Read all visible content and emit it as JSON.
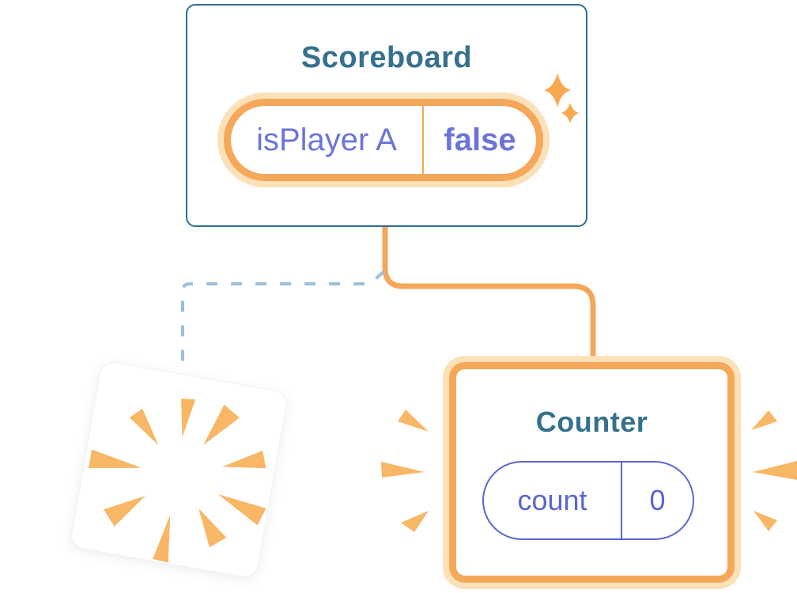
{
  "colors": {
    "orange": "#F5A75A",
    "orange-light": "#FBE0B8",
    "ray": "#F8B765",
    "sparkle": "#F7A94E",
    "purple": "#6B74DB",
    "purple2": "#5A66D1",
    "teal": "#35708E",
    "card-border": "#2E6E93",
    "dash-blue": "#9DBFD9",
    "bg": "#FFFFFF"
  },
  "scoreboard": {
    "title": "Scoreboard",
    "state_pill": {
      "label": "isPlayer A",
      "value": "false"
    }
  },
  "counter": {
    "title": "Counter",
    "state_pill": {
      "label": "count",
      "value": "0"
    }
  },
  "icons": {
    "sparkles": "sparkles-icon",
    "poof_burst": "poof-burst-icon",
    "emphasis_rays": "emphasis-rays-icon"
  }
}
